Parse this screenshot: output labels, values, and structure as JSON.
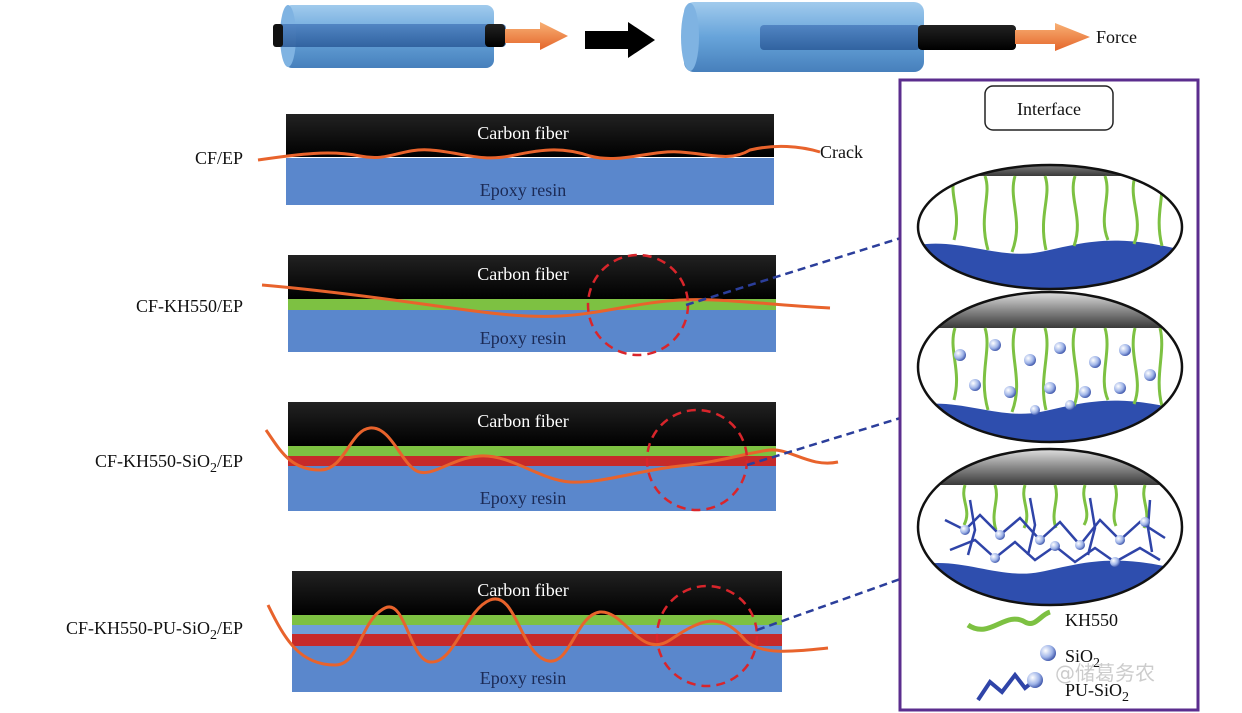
{
  "top": {
    "force_label": "Force"
  },
  "samples": [
    {
      "label_main": "CF/EP",
      "label_sub": "",
      "label_tail": "",
      "fiber_label": "Carbon fiber",
      "resin_label": "Epoxy resin",
      "crack_label": "Crack"
    },
    {
      "label_main": "CF-KH550/EP",
      "label_sub": "",
      "label_tail": "",
      "fiber_label": "Carbon fiber",
      "resin_label": "Epoxy resin"
    },
    {
      "label_main": "CF-KH550-SiO",
      "label_sub": "2",
      "label_tail": "/EP",
      "fiber_label": "Carbon fiber",
      "resin_label": "Epoxy resin"
    },
    {
      "label_main": "CF-KH550-PU-SiO",
      "label_sub": "2",
      "label_tail": "/EP",
      "fiber_label": "Carbon fiber",
      "resin_label": "Epoxy resin"
    }
  ],
  "interface_panel": {
    "title": "Interface",
    "legend": [
      {
        "main": "KH550",
        "sub": "",
        "icon": "green-chain-icon"
      },
      {
        "main": "SiO",
        "sub": "2",
        "icon": "silica-sphere-icon"
      },
      {
        "main": "PU-SiO",
        "sub": "2",
        "icon": "pu-network-icon"
      }
    ]
  },
  "watermark": "@储葛务农",
  "colors": {
    "fiber": "#0d0d0d",
    "resin": "#5a87cc",
    "kh550": "#7dc142",
    "pu_layer": "#c62a2a",
    "crack": "#e8632c",
    "force_arrow": "#f08a3c",
    "frame": "#5b2d8e",
    "dashed_circle": "#d9252b",
    "dashed_line": "#2b3e9b"
  }
}
